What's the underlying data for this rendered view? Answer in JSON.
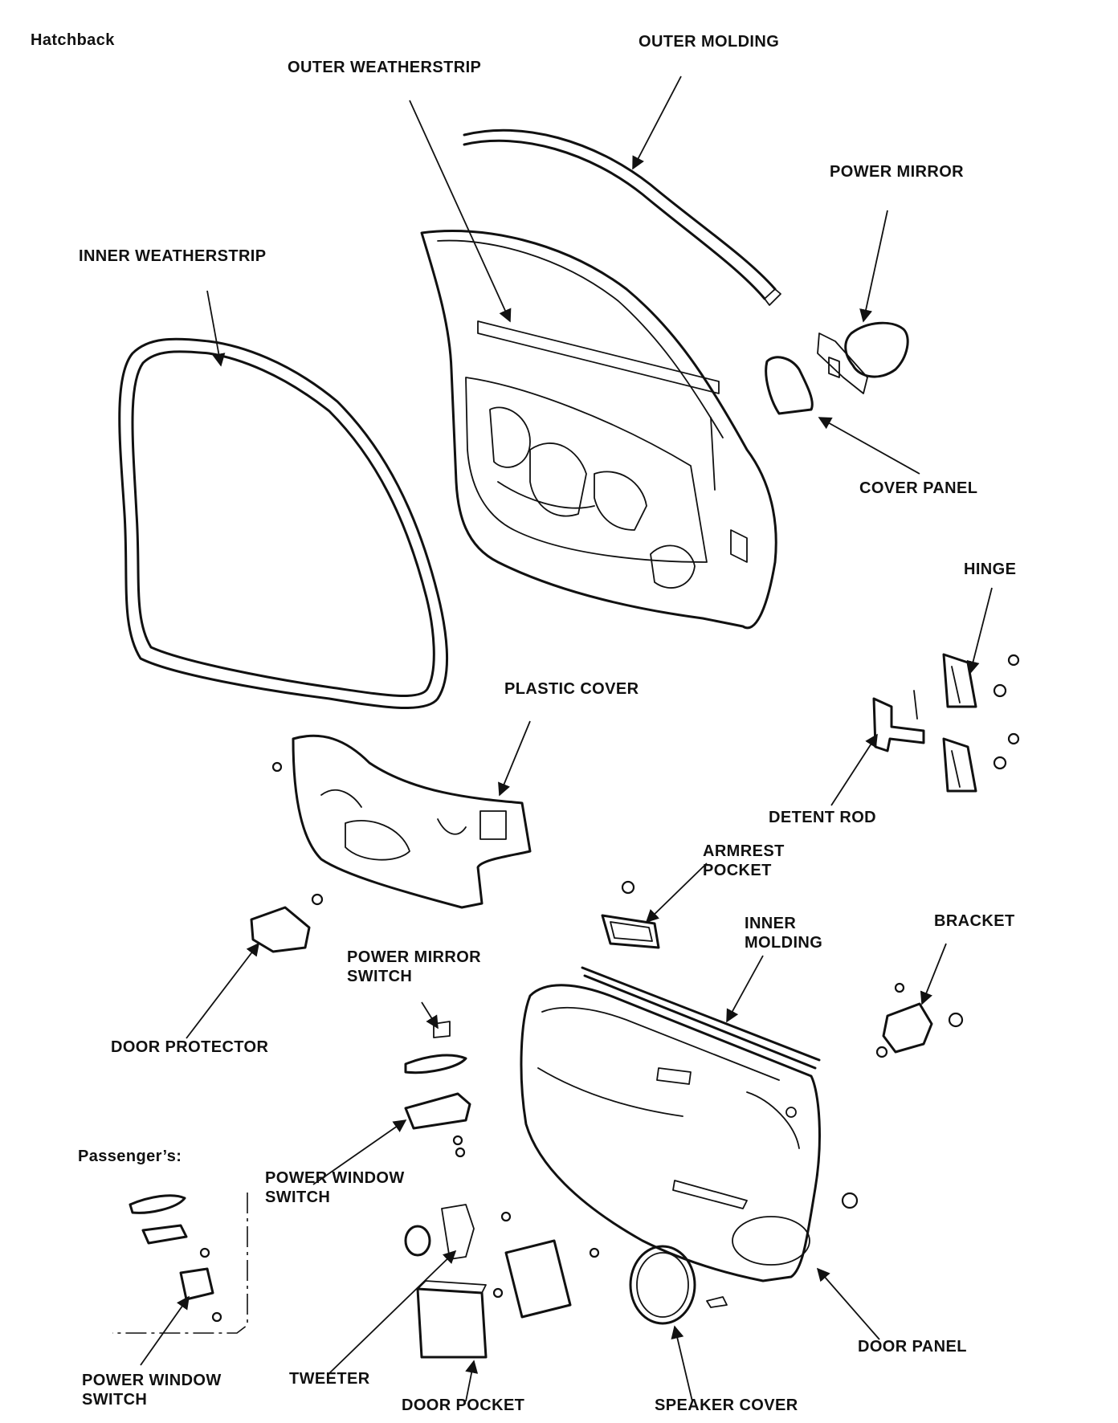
{
  "diagram": {
    "title": "Hatchback",
    "labels": {
      "outer_molding": "OUTER MOLDING",
      "outer_weatherstrip": "OUTER WEATHERSTRIP",
      "power_mirror": "POWER MIRROR",
      "inner_weatherstrip": "INNER WEATHERSTRIP",
      "cover_panel": "COVER PANEL",
      "hinge": "HINGE",
      "plastic_cover": "PLASTIC COVER",
      "detent_rod": "DETENT ROD",
      "armrest_pocket_1": "ARMREST",
      "armrest_pocket_2": "POCKET",
      "inner_molding_1": "INNER",
      "inner_molding_2": "MOLDING",
      "bracket": "BRACKET",
      "power_mirror_switch_1": "POWER MIRROR",
      "power_mirror_switch_2": "SWITCH",
      "door_protector": "DOOR PROTECTOR",
      "passengers": "Passenger’s:",
      "power_window_switch_center_1": "POWER WINDOW",
      "power_window_switch_center_2": "SWITCH",
      "power_window_switch_left_1": "POWER WINDOW",
      "power_window_switch_left_2": "SWITCH",
      "tweeter": "TWEETER",
      "door_pocket": "DOOR POCKET",
      "speaker_cover": "SPEAKER COVER",
      "door_panel": "DOOR PANEL"
    }
  }
}
